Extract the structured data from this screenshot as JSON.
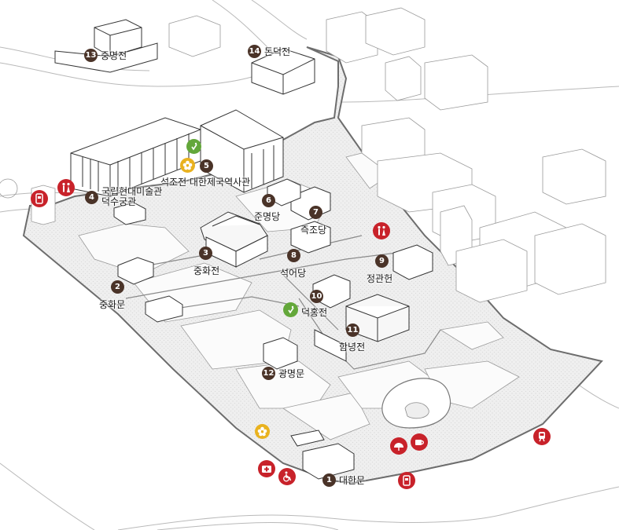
{
  "map": {
    "colors": {
      "marker": "#4a3328",
      "facility": "#c8222a",
      "info": "#63a73a",
      "flower": "#e9b21f",
      "garden": "#ececec",
      "line": "#9a9a9a"
    },
    "places": [
      {
        "num": "1",
        "name": "대한문"
      },
      {
        "num": "2",
        "name": "중화문"
      },
      {
        "num": "3",
        "name": "중화전"
      },
      {
        "num": "4",
        "name": "국립현대미술관",
        "name2": "덕수궁관"
      },
      {
        "num": "5",
        "name": "석조전 대한제국역사관"
      },
      {
        "num": "6",
        "name": "준명당"
      },
      {
        "num": "7",
        "name": "즉조당"
      },
      {
        "num": "8",
        "name": "석어당"
      },
      {
        "num": "9",
        "name": "정관헌"
      },
      {
        "num": "10",
        "name": ""
      },
      {
        "num": "11",
        "name": "함녕전"
      },
      {
        "num": "12",
        "name": "광명문"
      },
      {
        "num": "13",
        "name": "중명전"
      },
      {
        "num": "14",
        "name": "돈덕전"
      },
      {
        "name": "덕홍전"
      }
    ],
    "facility_icons": [
      "restroom-icon",
      "restroom-icon",
      "restroom-icon",
      "information-icon",
      "information-icon",
      "flower-icon",
      "flower-icon",
      "ticket-icon",
      "ticket-icon",
      "first-aid-icon",
      "wheelchair-icon",
      "cafe-icon",
      "souvenir-fan-icon",
      "subway-icon"
    ]
  }
}
